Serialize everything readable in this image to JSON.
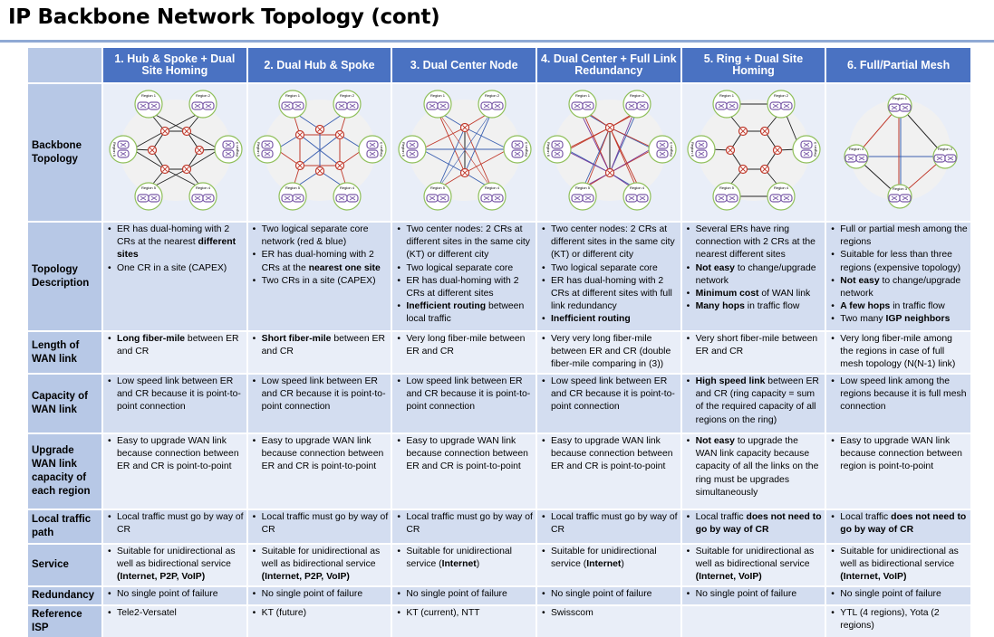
{
  "title": "IP Backbone Network Topology (cont)",
  "columns": [
    "1. Hub & Spoke + Dual Site Homing",
    "2. Dual Hub & Spoke",
    "3. Dual Center Node",
    "4. Dual Center + Full Link Redundancy",
    "5. Ring + Dual Site Homing",
    "6. Full/Partial Mesh"
  ],
  "diagram_labels": {
    "region_1": "Region 1",
    "region_2": "Region 2",
    "region_3": "Region 3",
    "region_4": "Region 4",
    "region_5": "Region 5",
    "region_6": "Region 6"
  },
  "colors": {
    "header": "#4a72c2",
    "rowhead": "#b7c8e6",
    "cell_light": "#e9eef8",
    "cell_dark": "#d3ddf0",
    "router": "#7a5aa8",
    "core": "#c0392b",
    "red_link": "#c0392b",
    "blue_link": "#3a5fb0",
    "region_circle": "#8fbf5a"
  },
  "rows": [
    {
      "label": "Backbone Topology",
      "cells": []
    },
    {
      "label": "Topology Description",
      "cells": [
        [
          [
            {
              "t": "ER has dual-homing with 2 CRs at the nearest "
            },
            {
              "t": "different sites",
              "b": true
            }
          ],
          [
            {
              "t": "One CR in a site (CAPEX)"
            }
          ]
        ],
        [
          [
            {
              "t": "Two logical separate core network (red & blue)"
            }
          ],
          [
            {
              "t": "ER has dual-homing with 2 CRs at the "
            },
            {
              "t": "nearest one site",
              "b": true
            }
          ],
          [
            {
              "t": "Two CRs in a site (CAPEX)"
            }
          ]
        ],
        [
          [
            {
              "t": "Two center nodes: 2 CRs at different sites in the same city (KT) or different city"
            }
          ],
          [
            {
              "t": "Two logical separate core"
            }
          ],
          [
            {
              "t": "ER has dual-homing with 2 CRs at different sites"
            }
          ],
          [
            {
              "t": "Inefficient routing",
              "b": true
            },
            {
              "t": " between local traffic"
            }
          ]
        ],
        [
          [
            {
              "t": "Two center nodes: 2 CRs at different sites in the same city (KT) or different city"
            }
          ],
          [
            {
              "t": "Two logical separate core"
            }
          ],
          [
            {
              "t": "ER has dual-homing with 2 CRs at different sites with full link redundancy"
            }
          ],
          [
            {
              "t": "Inefficient routing",
              "b": true
            }
          ]
        ],
        [
          [
            {
              "t": "Several ERs have ring connection with 2 CRs at the nearest different sites"
            }
          ],
          [
            {
              "t": "Not easy",
              "b": true
            },
            {
              "t": " to change/upgrade network"
            }
          ],
          [
            {
              "t": "Minimum cost",
              "b": true
            },
            {
              "t": " of WAN link"
            }
          ],
          [
            {
              "t": "Many hops",
              "b": true
            },
            {
              "t": " in traffic flow"
            }
          ]
        ],
        [
          [
            {
              "t": "Full or partial mesh among the regions"
            }
          ],
          [
            {
              "t": "Suitable for less than three regions (expensive topology)"
            }
          ],
          [
            {
              "t": "Not easy",
              "b": true
            },
            {
              "t": " to change/upgrade network"
            }
          ],
          [
            {
              "t": "A few hops",
              "b": true
            },
            {
              "t": " in traffic flow"
            }
          ],
          [
            {
              "t": "Two many "
            },
            {
              "t": "IGP neighbors",
              "b": true
            }
          ]
        ]
      ]
    },
    {
      "label": "Length of WAN link",
      "cells": [
        [
          [
            {
              "t": "Long fiber-mile",
              "b": true
            },
            {
              "t": " between ER and CR"
            }
          ]
        ],
        [
          [
            {
              "t": "Short fiber-mile",
              "b": true
            },
            {
              "t": " between ER and CR"
            }
          ]
        ],
        [
          [
            {
              "t": "Very long fiber-mile between ER and CR"
            }
          ]
        ],
        [
          [
            {
              "t": "Very very long fiber-mile between ER and CR (double fiber-mile comparing in (3))"
            }
          ]
        ],
        [
          [
            {
              "t": "Very short fiber-mile between ER and CR"
            }
          ]
        ],
        [
          [
            {
              "t": "Very long fiber-mile among the regions in case of full mesh topology (N(N-1) link)"
            }
          ]
        ]
      ]
    },
    {
      "label": "Capacity of WAN link",
      "cells": [
        [
          [
            {
              "t": "Low speed link between ER and CR because it is point-to-point connection"
            }
          ]
        ],
        [
          [
            {
              "t": "Low speed link between ER and CR because it is point-to-point connection"
            }
          ]
        ],
        [
          [
            {
              "t": "Low speed link between ER and CR because it is point-to-point connection"
            }
          ]
        ],
        [
          [
            {
              "t": "Low speed link between ER and CR because it is point-to-point connection"
            }
          ]
        ],
        [
          [
            {
              "t": "High speed link",
              "b": true
            },
            {
              "t": " between ER and CR (ring capacity = sum of the required capacity of all regions on the ring)"
            }
          ]
        ],
        [
          [
            {
              "t": "Low speed link among the regions because it is full mesh connection"
            }
          ]
        ]
      ]
    },
    {
      "label": "Upgrade WAN link capacity of each region",
      "cells": [
        [
          [
            {
              "t": "Easy to upgrade WAN link because connection between ER and CR is point-to-point"
            }
          ]
        ],
        [
          [
            {
              "t": "Easy to upgrade WAN link because connection between ER and CR is point-to-point"
            }
          ]
        ],
        [
          [
            {
              "t": "Easy to upgrade WAN link because connection between ER and CR is point-to-point"
            }
          ]
        ],
        [
          [
            {
              "t": "Easy to upgrade WAN link because connection between ER and CR is point-to-point"
            }
          ]
        ],
        [
          [
            {
              "t": "Not easy",
              "b": true
            },
            {
              "t": " to upgrade the WAN link capacity because capacity of all the links on the ring must be upgrades simultaneously"
            }
          ]
        ],
        [
          [
            {
              "t": "Easy to upgrade WAN link because connection between region is point-to-point"
            }
          ]
        ]
      ]
    },
    {
      "label": "Local traffic path",
      "cells": [
        [
          [
            {
              "t": "Local traffic must go by way of CR"
            }
          ]
        ],
        [
          [
            {
              "t": "Local traffic must go by way of CR"
            }
          ]
        ],
        [
          [
            {
              "t": "Local traffic must go by way of CR"
            }
          ]
        ],
        [
          [
            {
              "t": "Local traffic must go by way of CR"
            }
          ]
        ],
        [
          [
            {
              "t": "Local traffic "
            },
            {
              "t": "does not need to go by way of CR",
              "b": true
            }
          ]
        ],
        [
          [
            {
              "t": "Local traffic "
            },
            {
              "t": "does not need to go by way of CR",
              "b": true
            }
          ]
        ]
      ]
    },
    {
      "label": "Service",
      "cells": [
        [
          [
            {
              "t": "Suitable for unidirectional as well as bidirectional service "
            },
            {
              "t": "(Internet, P2P, VoIP)",
              "b": true
            }
          ]
        ],
        [
          [
            {
              "t": "Suitable for unidirectional as well as bidirectional service "
            },
            {
              "t": "(Internet, P2P, VoIP)",
              "b": true
            }
          ]
        ],
        [
          [
            {
              "t": "Suitable for unidirectional service ("
            },
            {
              "t": "Internet",
              "b": true
            },
            {
              "t": ")"
            }
          ]
        ],
        [
          [
            {
              "t": "Suitable for unidirectional service ("
            },
            {
              "t": "Internet",
              "b": true
            },
            {
              "t": ")"
            }
          ]
        ],
        [
          [
            {
              "t": "Suitable for unidirectional as well as bidirectional service "
            },
            {
              "t": "(Internet, VoIP)",
              "b": true
            }
          ]
        ],
        [
          [
            {
              "t": "Suitable for unidirectional as well as bidirectional service "
            },
            {
              "t": "(Internet, VoIP)",
              "b": true
            }
          ]
        ]
      ]
    },
    {
      "label": "Redundancy",
      "cells": [
        [
          [
            {
              "t": "No single point of failure"
            }
          ]
        ],
        [
          [
            {
              "t": "No single point of failure"
            }
          ]
        ],
        [
          [
            {
              "t": "No single point of failure"
            }
          ]
        ],
        [
          [
            {
              "t": "No single point of failure"
            }
          ]
        ],
        [
          [
            {
              "t": "No single point of failure"
            }
          ]
        ],
        [
          [
            {
              "t": "No single point of failure"
            }
          ]
        ]
      ]
    },
    {
      "label": "Reference ISP",
      "cells": [
        [
          [
            {
              "t": "Tele2-Versatel"
            }
          ]
        ],
        [
          [
            {
              "t": "KT (future)"
            }
          ]
        ],
        [
          [
            {
              "t": "KT (current), NTT"
            }
          ]
        ],
        [
          [
            {
              "t": "Swisscom"
            }
          ]
        ],
        [],
        [
          [
            {
              "t": "YTL (4 regions), Yota (2 regions)"
            }
          ]
        ]
      ]
    }
  ]
}
